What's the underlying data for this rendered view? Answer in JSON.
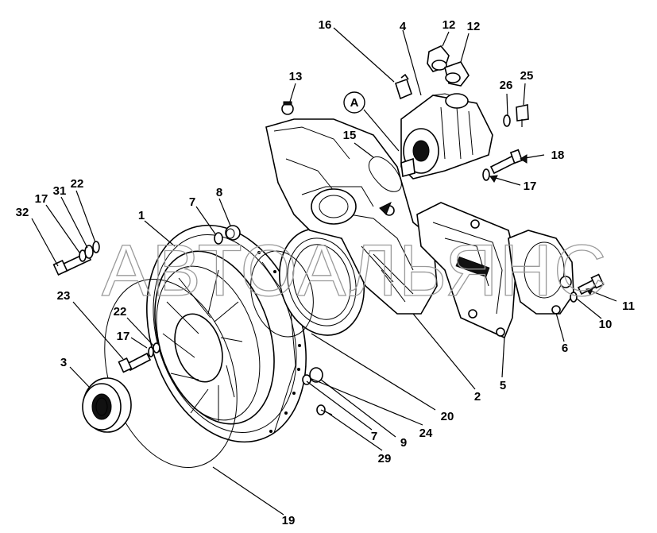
{
  "watermark": "АВТОАЛЬЯНС",
  "callout_A": "A",
  "labels": {
    "l16": "16",
    "l4": "4",
    "l12a": "12",
    "l12b": "12",
    "l13": "13",
    "l26": "26",
    "l25": "25",
    "l15": "15",
    "l18": "18",
    "l17a": "17",
    "l32": "32",
    "l17b": "17",
    "l31": "31",
    "l22a": "22",
    "l1": "1",
    "l7a": "7",
    "l8": "8",
    "l23": "23",
    "l22b": "22",
    "l17c": "17",
    "l11": "11",
    "l10": "10",
    "l6": "6",
    "l3": "3",
    "l5": "5",
    "l2": "2",
    "l20": "20",
    "l24": "24",
    "l9": "9",
    "l7b": "7",
    "l29": "29",
    "l19": "19"
  }
}
